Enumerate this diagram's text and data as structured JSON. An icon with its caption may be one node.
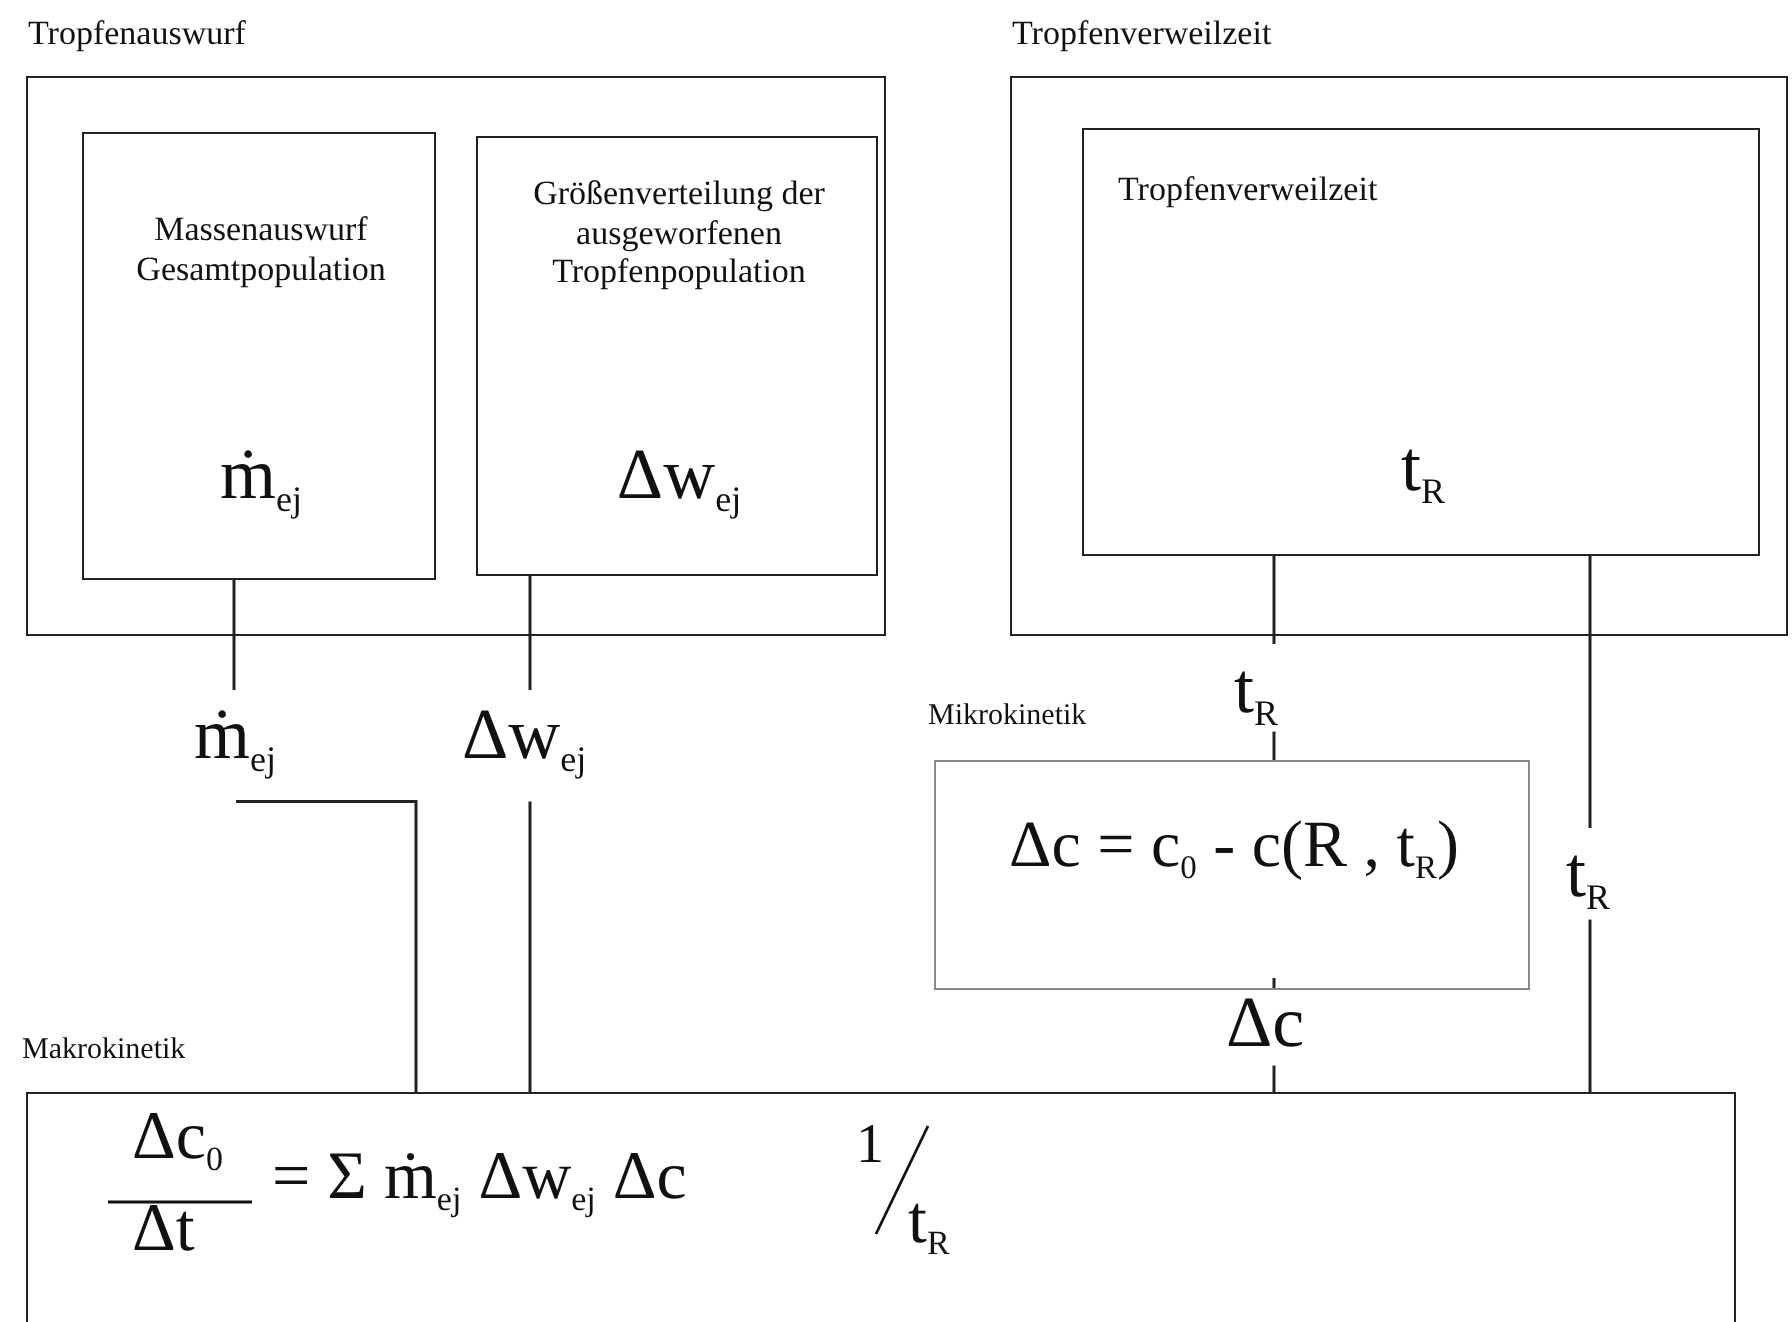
{
  "diagram": {
    "nodes": [
      {
        "text": [
          "Tropfenauswurf"
        ]
      },
      {
        "text": [
          "Massenauswurf Gesamtpopulation",
          "ṁ$_{ej}$"
        ],
        "in": 0
      },
      {
        "text": [
          "Größenverteilung der ausgeworfenen Tropfenpopulation",
          "Δw$_{ej}$"
        ],
        "in": 0
      },
      {
        "text": [
          "Tropfenverweilzeit"
        ]
      },
      {
        "text": [
          "Tropfenverweilzeit",
          "t$_{R}$"
        ],
        "in": 3
      },
      {
        "text": [
          "ṁ$_{ej}$"
        ]
      },
      {
        "text": [
          "Δw$_{ej}$"
        ]
      },
      {
        "text": [
          "t$_{R}$"
        ]
      },
      {
        "text": [
          "Mikrokinetik",
          "Δc = c$_{0}$ - c(R , t$_{R}$)"
        ]
      },
      {
        "text": [
          "Δc"
        ]
      },
      {
        "text": [
          "t$_{R}$"
        ]
      },
      {
        "text": [
          "Makrokinetik",
          "Δc$_{0}$",
          "Δt",
          "= Σ ṁ$_{ej}$ Δw$_{ej}$ Δc",
          "1",
          "t$_{R}$"
        ]
      }
    ],
    "edges": [
      {
        "from": 1,
        "to": 5,
        "arrow": "none"
      },
      {
        "from": 2,
        "to": 6,
        "arrow": "none"
      },
      {
        "from": 5,
        "to": 11,
        "arrow": "none"
      },
      {
        "from": 6,
        "to": 11,
        "arrow": "none"
      },
      {
        "from": 4,
        "to": 7,
        "arrow": "none"
      },
      {
        "from": 7,
        "to": 8,
        "arrow": "none"
      },
      {
        "from": 8,
        "to": 9,
        "arrow": "none"
      },
      {
        "from": 9,
        "to": 11,
        "arrow": "none"
      },
      {
        "from": 4,
        "to": 10,
        "arrow": "none"
      },
      {
        "from": 10,
        "to": 11,
        "arrow": "none"
      }
    ]
  }
}
